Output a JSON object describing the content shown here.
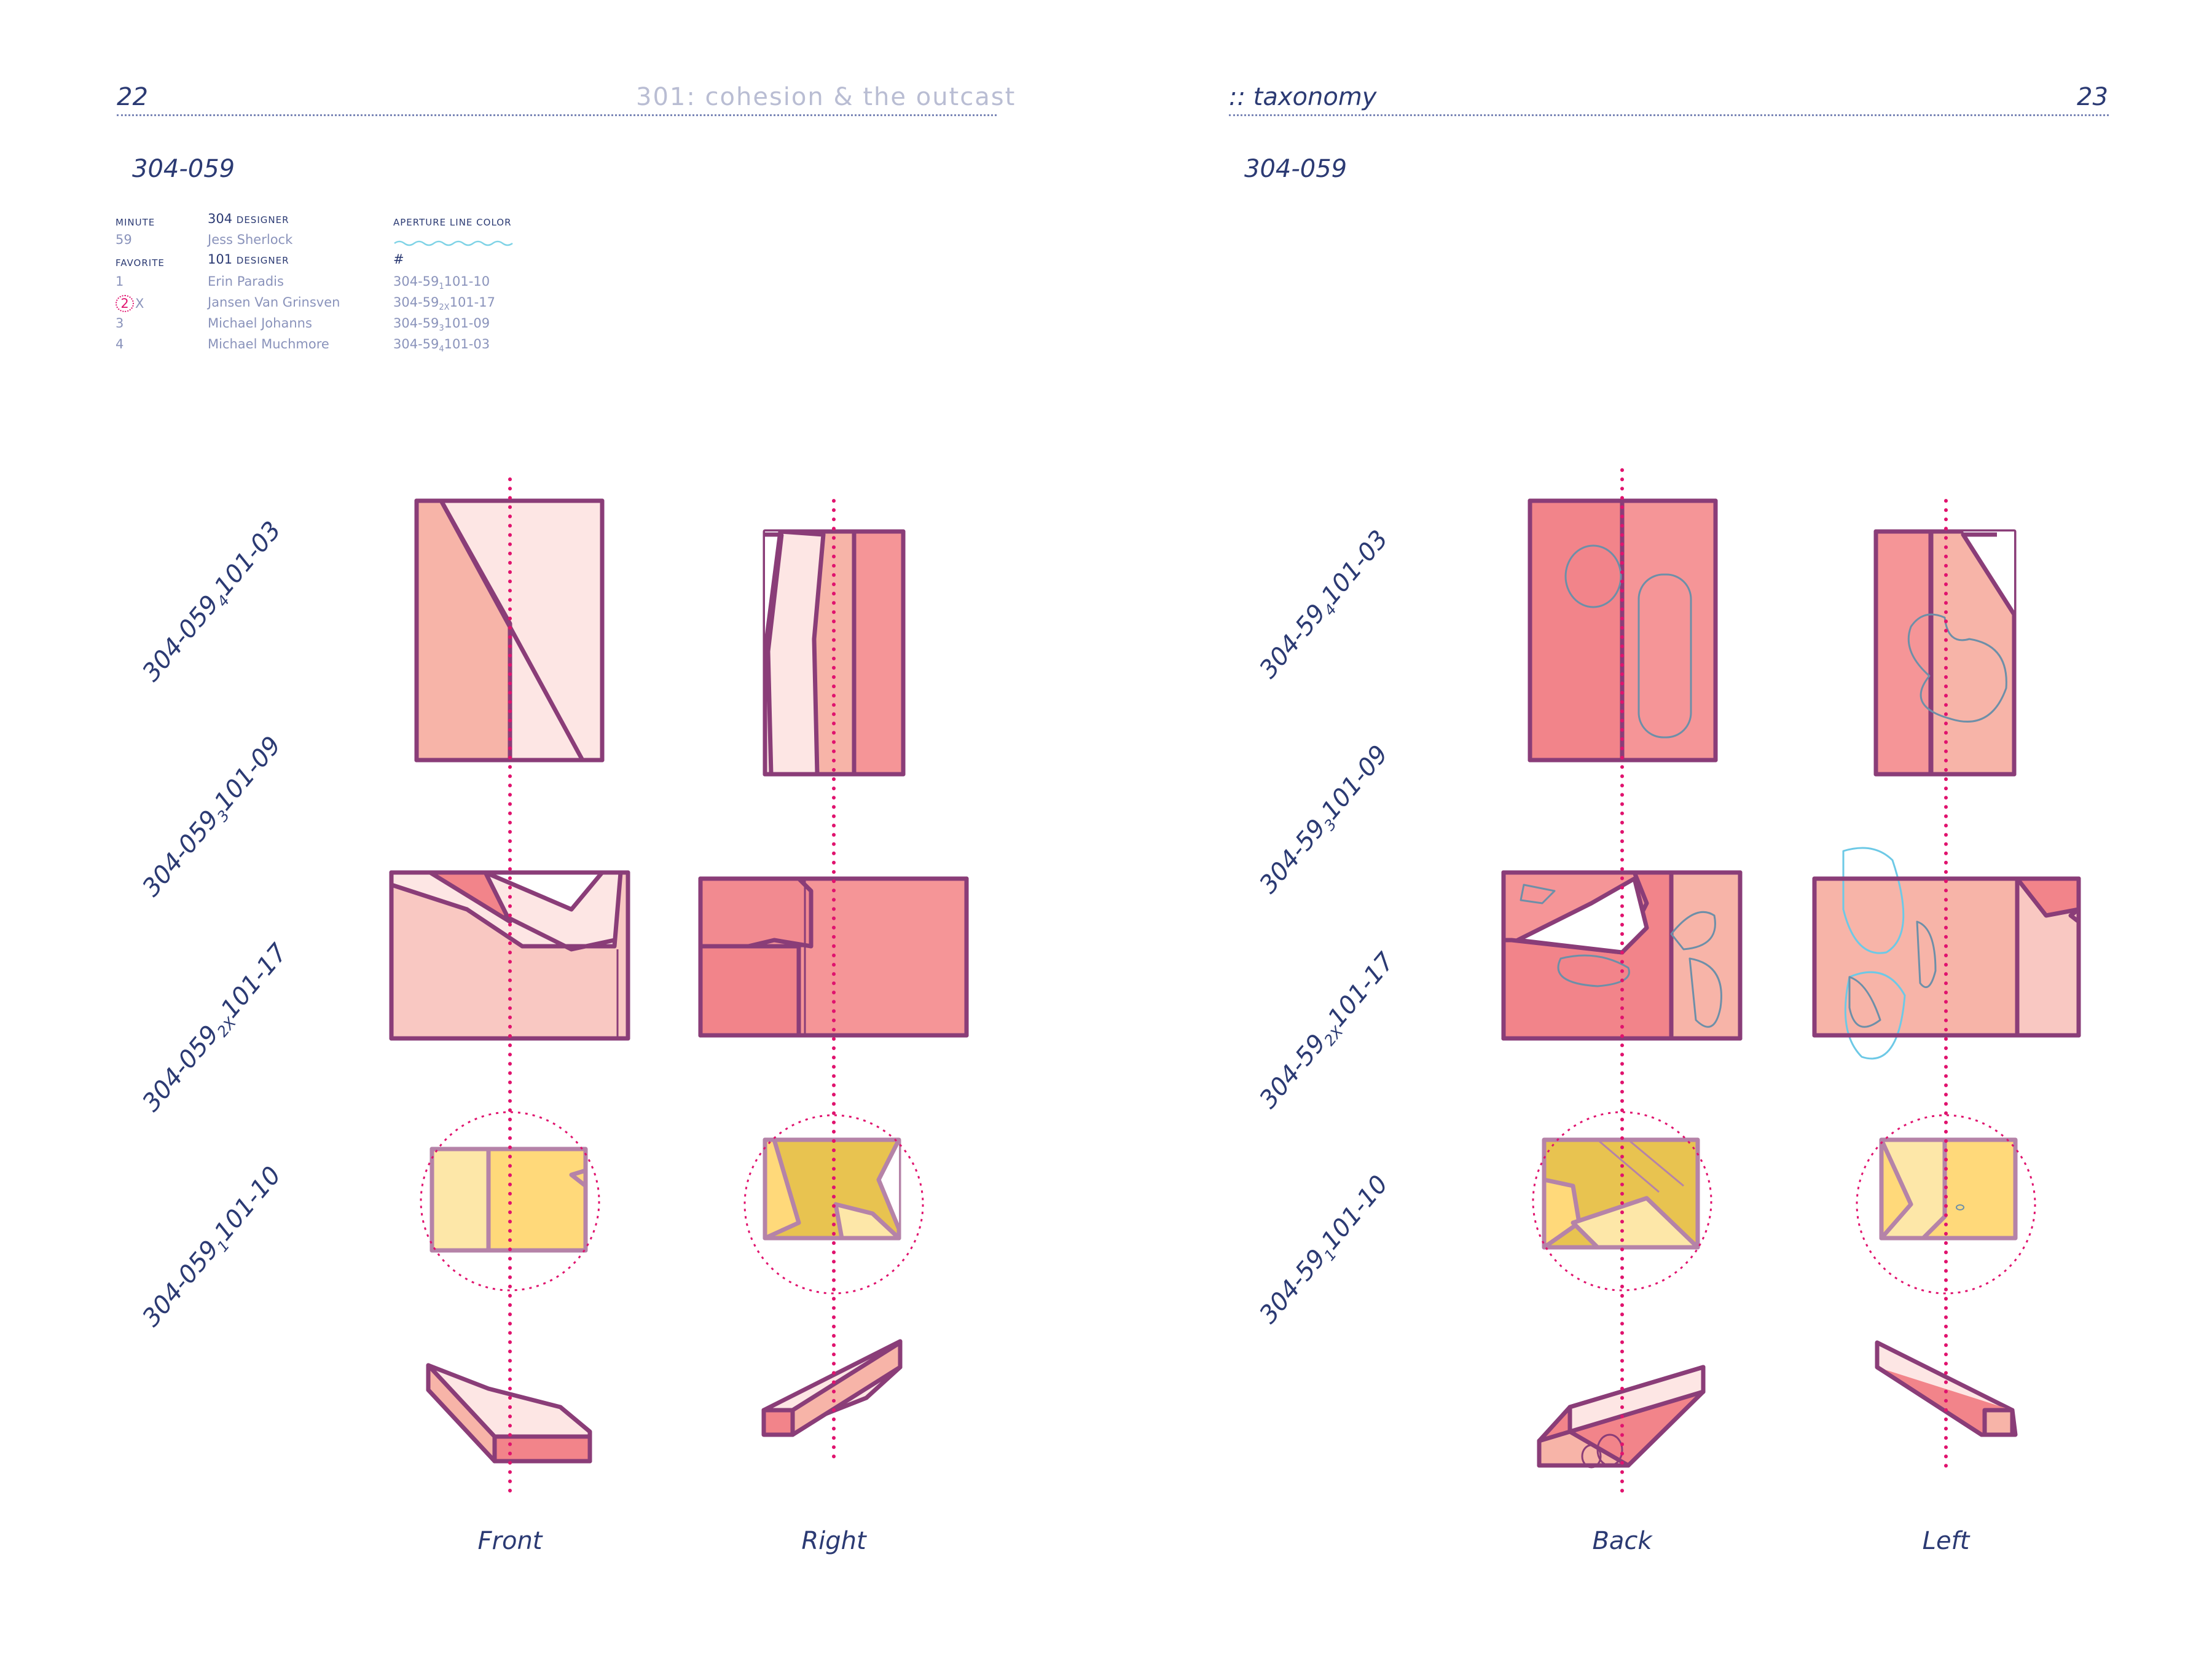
{
  "left_page": {
    "page_number": "22",
    "running_head": "301: cohesion & the outcast"
  },
  "right_page": {
    "page_number": "23",
    "running_head": ":: taxonomy"
  },
  "specimen_id_left": "304-059",
  "specimen_id_right": "304-059",
  "meta": {
    "minute_head": "minute",
    "minute_value": "59",
    "designer304_head_num": "304",
    "designer304_head_word": "designer",
    "designer304_name": "Jess Sherlock",
    "aperture_head": "aperture line color",
    "favorite_head": "favorite",
    "designer101_head_num": "101",
    "designer101_head_word": "designer",
    "hash_head": "#",
    "rows": [
      {
        "fav": "1",
        "name": "Erin Paradis",
        "code_a": "304-59",
        "code_sub": "1",
        "code_b": "101-10"
      },
      {
        "fav": "2",
        "fav_mark": "X",
        "name": "Jansen Van Grinsven",
        "code_a": "304-59",
        "code_sub": "2X",
        "code_b": "101-17"
      },
      {
        "fav": "3",
        "name": "Michael Johanns",
        "code_a": "304-59",
        "code_sub": "3",
        "code_b": "101-09"
      },
      {
        "fav": "4",
        "name": "Michael Muchmore",
        "code_a": "304-59",
        "code_sub": "4",
        "code_b": "101-03"
      }
    ],
    "aperture_color": "#7fd3e6"
  },
  "row_labels_left": [
    {
      "a": "304-059",
      "sub": "4",
      "b": "101-03"
    },
    {
      "a": "304-059",
      "sub": "3",
      "b": "101-09"
    },
    {
      "a": "304-059",
      "sub": "2X",
      "b": "101-17"
    },
    {
      "a": "304-059",
      "sub": "1",
      "b": "101-10"
    }
  ],
  "row_labels_right": [
    {
      "a": "304-59",
      "sub": "4",
      "b": "101-03"
    },
    {
      "a": "304-59",
      "sub": "3",
      "b": "101-09"
    },
    {
      "a": "304-59",
      "sub": "2X",
      "b": "101-17"
    },
    {
      "a": "304-59",
      "sub": "1",
      "b": "101-10"
    }
  ],
  "views": {
    "front": "Front",
    "right": "Right",
    "back": "Back",
    "left": "Left"
  },
  "colors": {
    "outline": "#8a3d78",
    "axis": "#e0136e",
    "pink_light": "#fde6e4",
    "pink_mid": "#f7b4a8",
    "pink_dark": "#f2848a",
    "yellow": "#ffd97a",
    "yellow_dark": "#e8c350",
    "ink": "#2b3a73"
  }
}
